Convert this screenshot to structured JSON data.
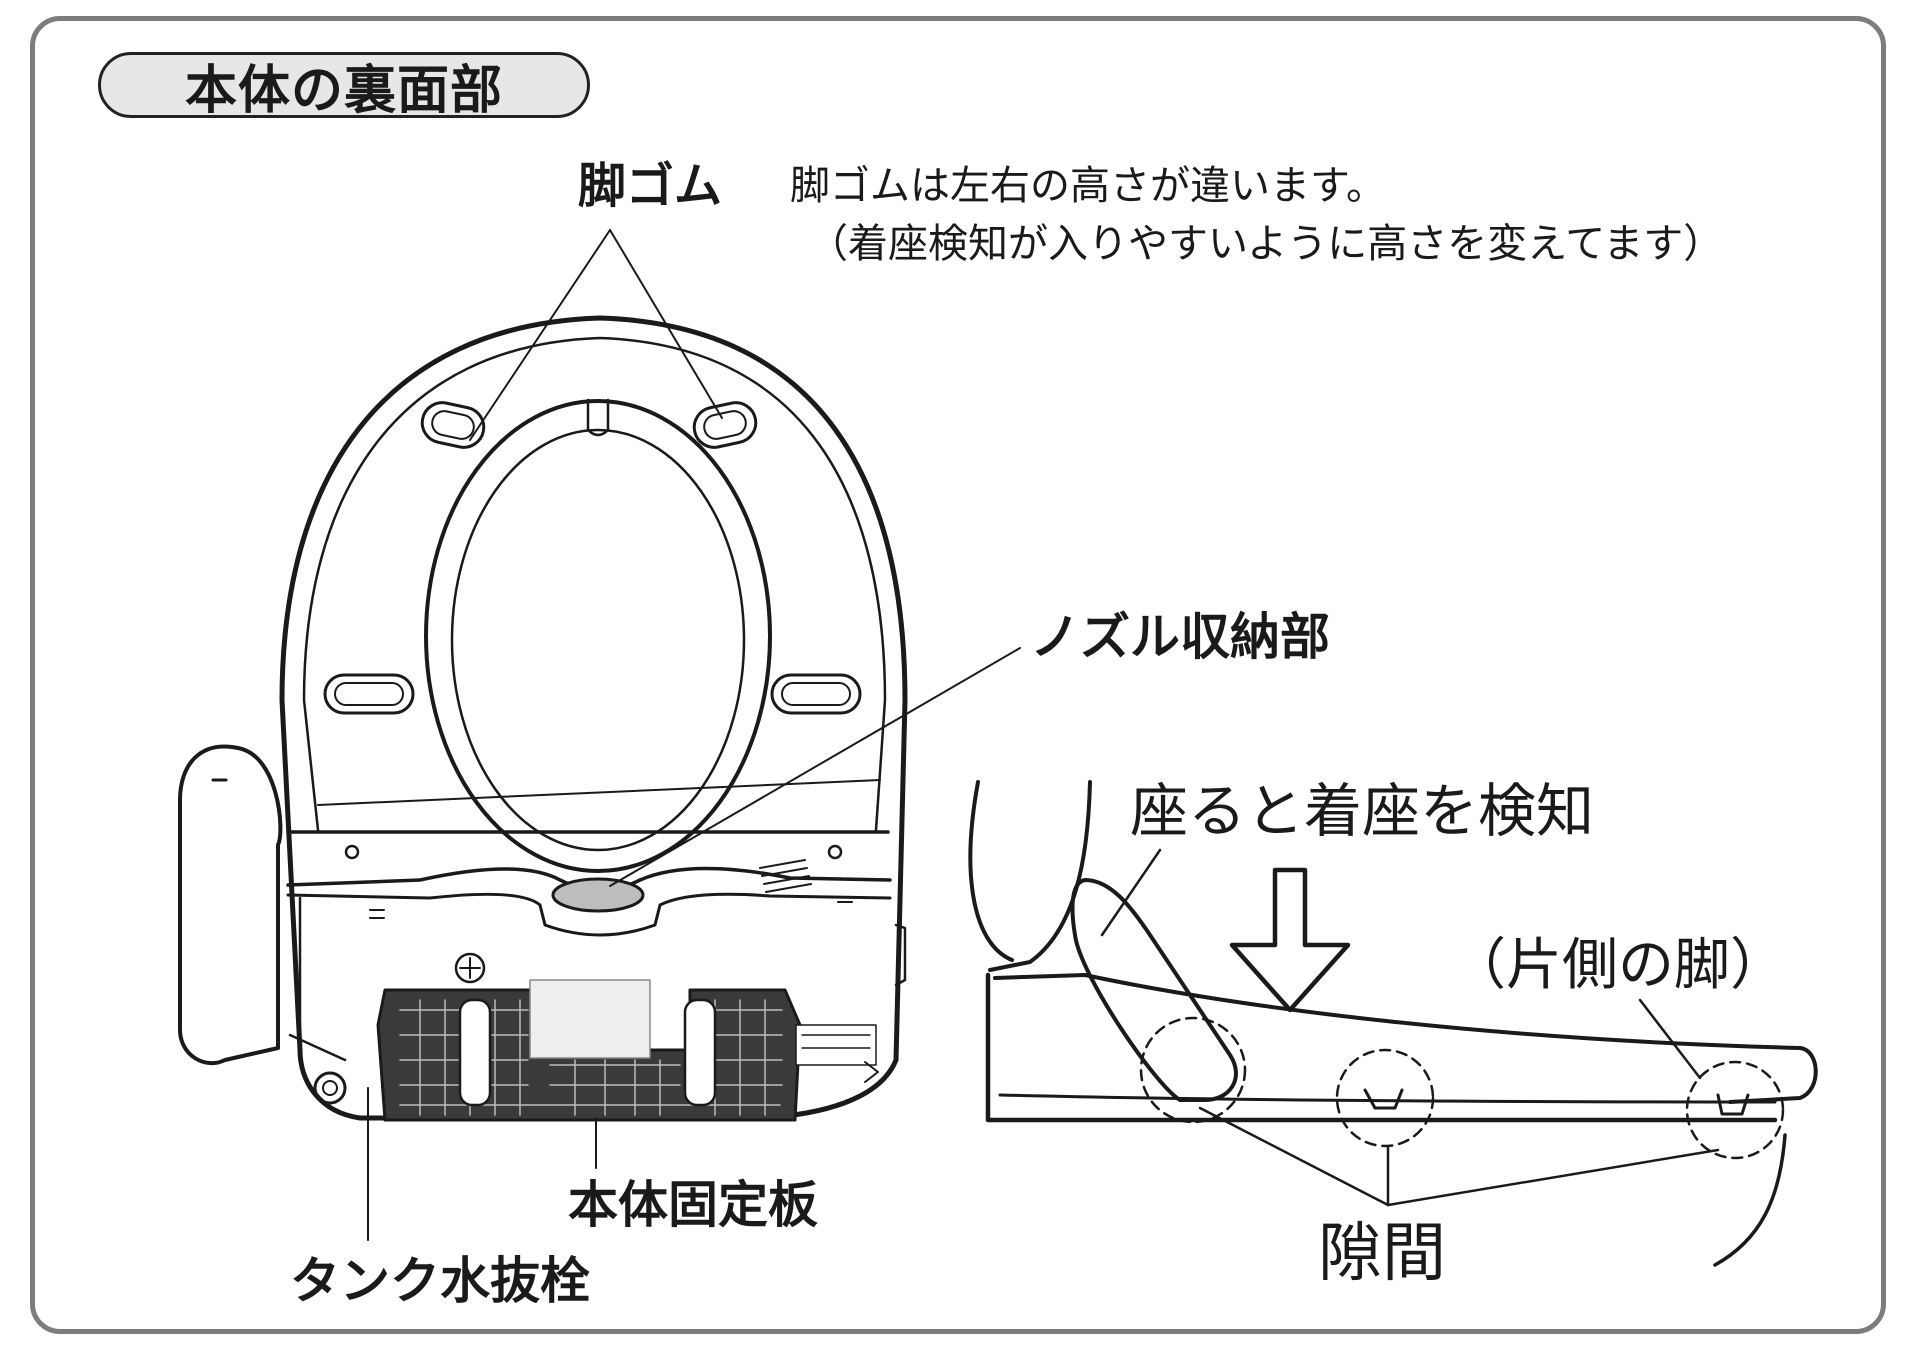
{
  "title": "本体の裏面部",
  "labels": {
    "legs": "脚ゴム",
    "legs_note_1": "脚ゴムは左右の高さが違います。",
    "legs_note_2": "（着座検知が入りやすいように高さを変えてます）",
    "nozzle": "ノズル収納部",
    "detect": "座ると着座を検知",
    "one_leg": "（片側の脚）",
    "gap": "隙間",
    "fixing_plate": "本体固定板",
    "drain_plug": "タンク水抜栓"
  },
  "colors": {
    "frame": "#7d7d7d",
    "pill_fill": "#e7e7e7",
    "line": "#1a1a1a",
    "plate": "#3a3a3a"
  }
}
